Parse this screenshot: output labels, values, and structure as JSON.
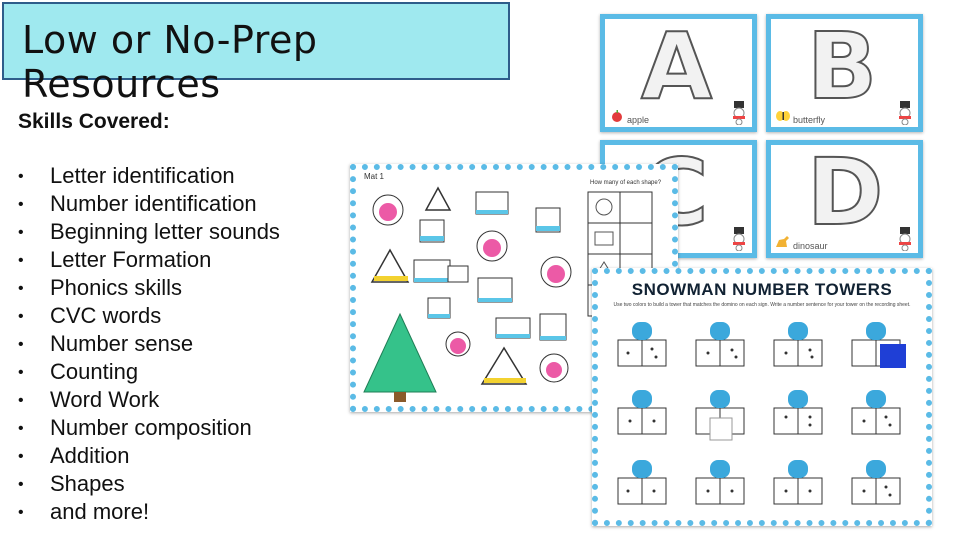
{
  "title": "Low or No-Prep Resources",
  "skills_heading": "Skills Covered:",
  "skills": [
    "Letter identification",
    "Number identification",
    "Beginning letter sounds",
    "Letter Formation",
    "Phonics skills",
    "CVC words",
    "Number sense",
    "Counting",
    "Word Work",
    "Number composition",
    "Addition",
    "Shapes",
    "and more!"
  ],
  "bullet": "•",
  "shape_mat": {
    "label": "Mat 1",
    "question": "How many of each shape?"
  },
  "letter_cards": [
    {
      "letter": "A",
      "word": "apple"
    },
    {
      "letter": "B",
      "word": "butterfly"
    },
    {
      "letter": "C",
      "word": ""
    },
    {
      "letter": "D",
      "word": "dinosaur"
    }
  ],
  "number_towers": {
    "title": "SNOWMAN NUMBER TOWERS",
    "instructions": "Use two colors to build a tower that matches the domino on each sign. Write a number sentence for your tower on the recording sheet."
  },
  "colors": {
    "title_bg": "#9fe9ef",
    "border_blue": "#5bbbe6",
    "tree_green": "#35c28a"
  }
}
